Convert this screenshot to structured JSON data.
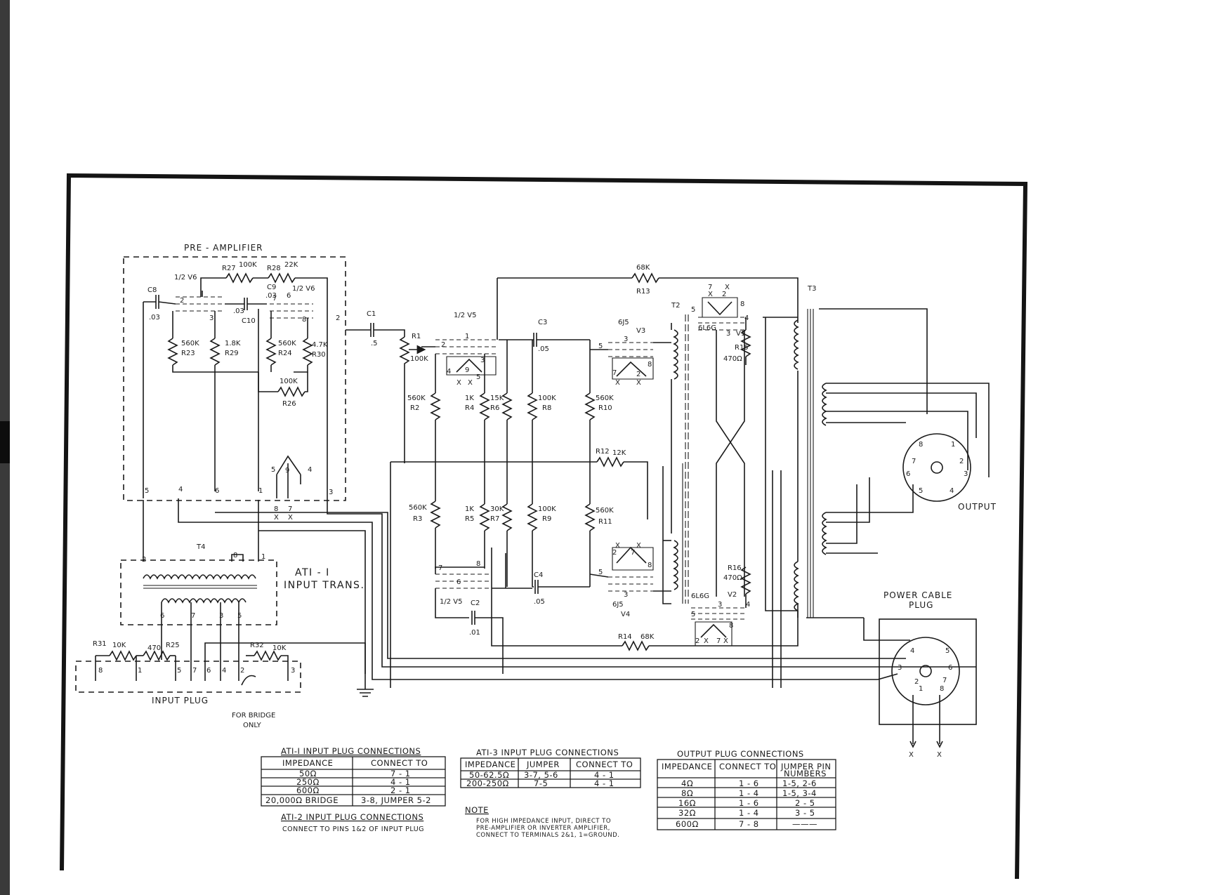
{
  "labels": {
    "pre_amplifier": "PRE - AMPLIFIER",
    "ati1_input_trans_1": "ATI - I",
    "ati1_input_trans_2": "INPUT TRANS.",
    "input_plug": "INPUT PLUG",
    "for_bridge_1": "FOR BRIDGE",
    "for_bridge_2": "ONLY",
    "output": "OUTPUT",
    "power_cable_1": "POWER CABLE",
    "power_cable_2": "PLUG",
    "t2": "T2",
    "t3": "T3",
    "t4": "T4",
    "x": "X"
  },
  "tubes": {
    "v6_a": "1/2 V6",
    "v6_b": "1/2 V6",
    "v5_a": "1/2 V5",
    "v5_b": "1/2 V5",
    "v3_type": "6J5",
    "v3": "V3",
    "v4_type": "6J5",
    "v4": "V4",
    "v1_type": "6L6G",
    "v1": "V1",
    "v2_type": "6L6G",
    "v2": "V2"
  },
  "components": {
    "r27": "R27",
    "r27_val": "100K",
    "r28": "R28",
    "r28_val": "22K",
    "c8": "C8",
    "c8_val": ".03",
    "c9": "C9",
    "c9_val": ".03",
    "c10": "C10",
    "c10_val": ".03",
    "r23": "R23",
    "r23_val": "560K",
    "r29": "R29",
    "r29_val": "1.8K",
    "r24": "R24",
    "r24_val": "560K",
    "r30": "R30",
    "r30_val": "4.7K",
    "r26": "R26",
    "r26_val": "100K",
    "c1": "C1",
    "c1_val": ".5",
    "r1": "R1",
    "r1_val": "100K",
    "r2": "R2",
    "r2_val": "560K",
    "r3": "R3",
    "r3_val": "560K",
    "r4": "R4",
    "r4_val": "1K",
    "r5": "R5",
    "r5_val": "1K",
    "r6": "R6",
    "r6_val": "15K",
    "r7": "R7",
    "r7_val": "30K",
    "r8": "R8",
    "r8_val": "100K",
    "r9": "R9",
    "r9_val": "100K",
    "r10": "R10",
    "r10_val": "560K",
    "r11": "R11",
    "r11_val": "560K",
    "r12": "R12",
    "r12_val": "12K",
    "r13": "R13",
    "r13_val": "68K",
    "r14": "R14",
    "r14_val": "68K",
    "r15": "R15",
    "r15_val": "470Ω",
    "r16": "R16",
    "r16_val": "470Ω",
    "c2": "C2",
    "c2_val": ".01",
    "c3": "C3",
    "c3_val": ".05",
    "c4": "C4",
    "c4_val": ".05",
    "r31": "R31",
    "r31_val": "10K",
    "r25": "R25",
    "r25_val": "470",
    "r32": "R32",
    "r32_val": "10K"
  },
  "tables": {
    "ati1": {
      "title": "ATI-I INPUT PLUG CONNECTIONS",
      "headers": [
        "IMPEDANCE",
        "CONNECT TO"
      ],
      "rows": [
        [
          "50Ω",
          "7 - 1"
        ],
        [
          "250Ω",
          "4 - 1"
        ],
        [
          "600Ω",
          "2 - 1"
        ],
        [
          "20,000Ω BRIDGE",
          "3-8, JUMPER 5-2"
        ]
      ]
    },
    "ati2": {
      "title": "ATI-2 INPUT PLUG CONNECTIONS",
      "text": "CONNECT TO PINS 1&2 OF INPUT PLUG"
    },
    "ati3": {
      "title": "ATI-3 INPUT PLUG CONNECTIONS",
      "headers": [
        "IMPEDANCE",
        "JUMPER",
        "CONNECT TO"
      ],
      "rows": [
        [
          "50-62.5Ω",
          "3-7, 5-6",
          "4 - 1"
        ],
        [
          "200-250Ω",
          "7-5",
          "4 - 1"
        ]
      ]
    },
    "note": {
      "title": "NOTE",
      "lines": [
        "FOR HIGH IMPEDANCE INPUT, DIRECT TO",
        "PRE-AMPLIFIER OR INVERTER AMPLIFIER,",
        "CONNECT TO TERMINALS 2&1, 1=GROUND."
      ]
    },
    "output": {
      "title": "OUTPUT PLUG CONNECTIONS",
      "headers": [
        "IMPEDANCE",
        "CONNECT TO",
        "JUMPER PIN",
        "NUMBERS"
      ],
      "rows": [
        [
          "4Ω",
          "1 - 6",
          "1-5, 2-6"
        ],
        [
          "8Ω",
          "1 - 4",
          "1-5, 3-4"
        ],
        [
          "16Ω",
          "1 - 6",
          "2 - 5"
        ],
        [
          "32Ω",
          "1 - 4",
          "3 - 5"
        ],
        [
          "600Ω",
          "7 - 8",
          "———"
        ]
      ]
    }
  }
}
